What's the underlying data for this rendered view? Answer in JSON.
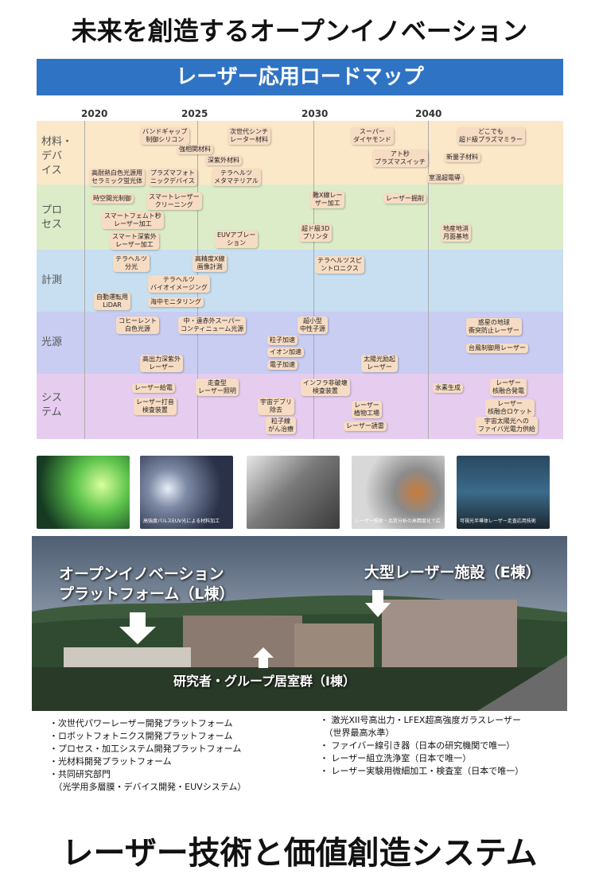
{
  "top_title": "未来を創造するオープンイノベーション",
  "bottom_title": "レーザー技術と価値創造システム",
  "roadmap": {
    "header": "レーザー応用ロードマップ",
    "years": [
      "2020",
      "2025",
      "2030",
      "2040"
    ],
    "rows": [
      {
        "label": "材料・\nデバ\nイス",
        "color": "#fbe8c8",
        "items": [
          "バンドギャップ\n制御シリコン",
          "次世代シンチ\nレーター材料",
          "スーパー\nダイヤモンド",
          "どこでも\n超ド級プラズマミラー",
          "強相関材料",
          "アト秒\nプラズマスイッチ",
          "新量子材料",
          "深紫外材料",
          "高耐熱白色光源用\nセラミック蛍光体",
          "プラズマフォト\nニックデバイス",
          "テラヘルツ\nメタマテリアル",
          "室温超電導"
        ]
      },
      {
        "label": "プロ\nセス",
        "color": "#dcecc8",
        "items": [
          "時空間光制御",
          "スマートレーザー\nクリーニング",
          "難X線レー\nザー加工",
          "レーザー掘削",
          "スマートフェムト秒\nレーザー加工",
          "超ド級3D\nプリンタ",
          "地産地消\n月面基地",
          "スマート深紫外\nレーザー加工",
          "EUVアブレー\nション"
        ]
      },
      {
        "label": "計測",
        "color": "#c7dff0",
        "items": [
          "テラヘルツ\n分光",
          "高精度X線\n画像計測",
          "テラヘルツスピ\nントロニクス",
          "テラヘルツ\nバイオイメージング",
          "自動運転用\nLiDAR",
          "海中モニタリング"
        ]
      },
      {
        "label": "光源",
        "color": "#c9cdf2",
        "items": [
          "コヒーレント\n白色光源",
          "中・遠赤外スーパー\nコンティニューム光源",
          "超小型\n中性子源",
          "惑星の地球\n衝突防止レーザー",
          "粒子加速",
          "イオン加速",
          "台風制御用レーザー",
          "高出力深紫外\nレーザー",
          "電子加速",
          "太陽光励起\nレーザー"
        ]
      },
      {
        "label": "シス\nテム",
        "color": "#e6cdef",
        "items": [
          "走査型\nレーザー照明",
          "インフラ非破壊\n検査装置",
          "レーザー給電",
          "水素生成",
          "レーザー\n核融合発電",
          "レーザー打音\n検査装置",
          "宇宙デブリ\n除去",
          "レーザー\n植物工場",
          "レーザー\n核融合ロケット",
          "粒子線\nがん治療",
          "レーザー誘雷",
          "宇宙太陽光への\nファイバ光電力供給"
        ]
      }
    ]
  },
  "photos": [
    {
      "caption": ""
    },
    {
      "caption": "高強度パルスEUV光による材料加工"
    },
    {
      "caption": ""
    },
    {
      "caption": "レーザー照射・品質分析の高精度化で広く技術"
    },
    {
      "caption": "可視光半導体レーザー走査応用技術"
    }
  ],
  "campus": {
    "label_l": "オープンイノベーション\nプラットフォーム（L棟）",
    "label_e": "大型レーザー施設（E棟）",
    "label_i": "研究者・グループ居室群（I棟）"
  },
  "left_list": [
    "・次世代パワーレーザー開発プラットフォーム",
    "・ロボットフォトニクス開発プラットフォーム",
    "・プロセス・加工システム開発プラットフォーム",
    "・光材料開発プラットフォーム",
    "・共同研究部門",
    "　（光学用多層膜・デバイス開発・EUVシステム）"
  ],
  "right_list": [
    "・ 激光XII号高出力・LFEX超高強度ガラスレーザー",
    "　（世界最高水準）",
    "・ ファイバー線引き器（日本の研究機関で唯一）",
    "・ レーザー組立洗浄室（日本で唯一）",
    "・ レーザー実験用微細加工・検査室（日本で唯一）"
  ]
}
